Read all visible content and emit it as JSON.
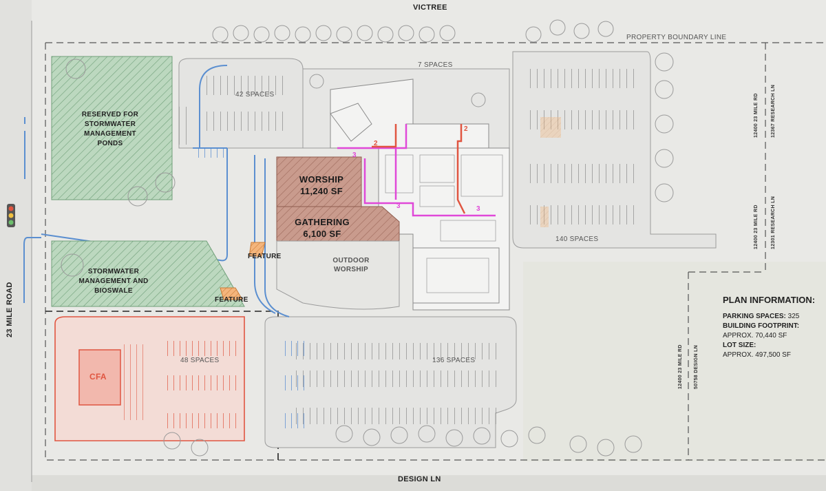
{
  "roads": {
    "north": "VICTREE",
    "south": "DESIGN LN",
    "west": "23 MILE ROAD",
    "boundary": "PROPERTY BOUNDARY LINE"
  },
  "zones": {
    "stormwater_north": "RESERVED FOR STORMWATER MANAGEMENT PONDS",
    "stormwater_south": "STORMWATER MANAGEMENT AND BIOSWALE",
    "feature": "FEATURE",
    "outdoor_worship": "OUTDOOR WORSHIP",
    "cfa": "CFA"
  },
  "buildings": {
    "worship_name": "WORSHIP",
    "worship_area": "11,240 SF",
    "gathering_name": "GATHERING",
    "gathering_area": "6,100 SF"
  },
  "parking": {
    "lot_42": "42 SPACES",
    "lot_7": "7 SPACES",
    "lot_140": "140 SPACES",
    "lot_48": "48 SPACES",
    "lot_136": "136 SPACES"
  },
  "phase_markers": {
    "two": "2",
    "three": "3"
  },
  "addresses": {
    "a1": "12400 23 MILE RD",
    "a2": "12367 RESEARCH LN",
    "a3": "12400 23 MILE RD",
    "a4": "12301 RESEARCH LN",
    "a5": "12400 23 MILE RD",
    "a6": "50758 DESIGN LN"
  },
  "plan_info": {
    "title": "PLAN INFORMATION:",
    "parking_label": "PARKING SPACES:",
    "parking_value": "325",
    "footprint_label": "BUILDING FOOTPRINT:",
    "footprint_value": "APPROX. 70,440 SF",
    "lot_label": "LOT SIZE:",
    "lot_value": "APPROX. 497,500 SF"
  },
  "colors": {
    "green_zone": "#b9d6bd",
    "worship": "#c89a8c",
    "feature": "#f2b27a",
    "red_line": "#e05540",
    "magenta_line": "#e048d8",
    "blue_curb": "#5b8fd0"
  }
}
